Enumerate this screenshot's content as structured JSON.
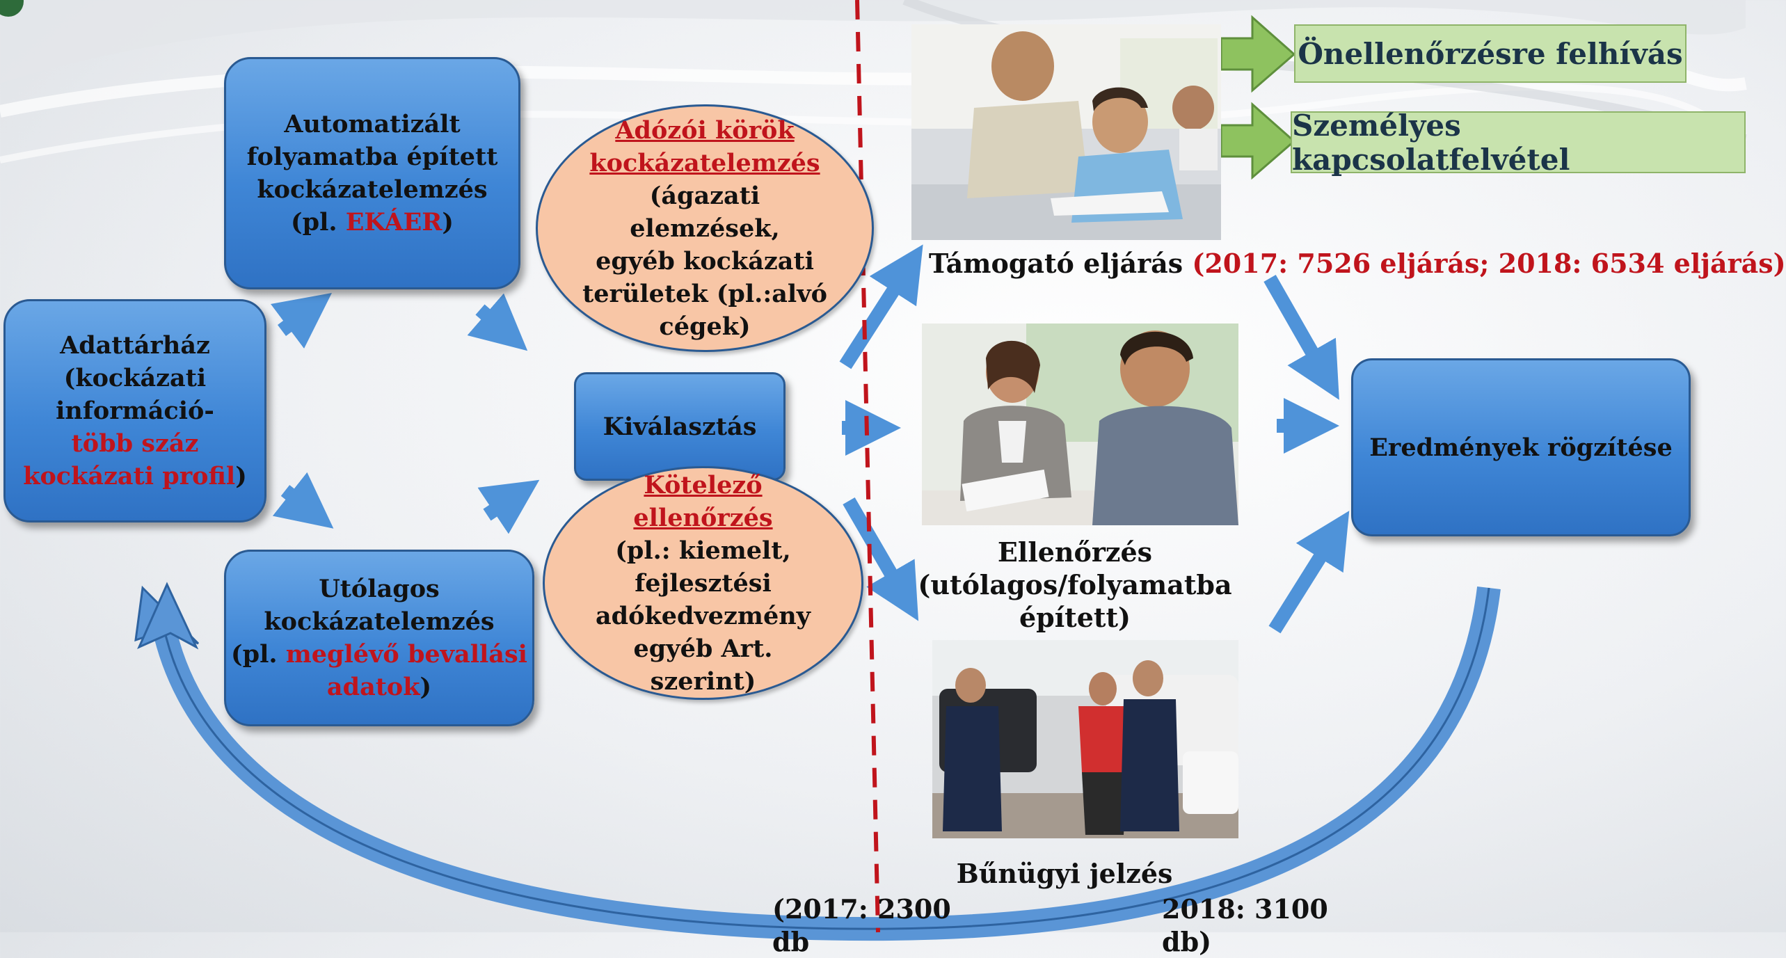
{
  "boxes": {
    "auto": {
      "line1": "Automatizált",
      "line2": "folyamatba épített",
      "line3": "kockázatelemzés",
      "pre": "(pl. ",
      "red": "EKÁER",
      "post": ")"
    },
    "data_warehouse": {
      "line1": "Adattárház",
      "line2": "(kockázati",
      "line3": "információ-",
      "red1": "több száz",
      "red2": "kockázati profil",
      "post": ")"
    },
    "utolagos": {
      "line1": "Utólagos",
      "line2": "kockázatelemzés",
      "pre": "(pl. ",
      "red1": "meglévő bevallási",
      "red2": "adatok",
      "post": ")"
    },
    "selection": {
      "label": "Kiválasztás"
    },
    "results": {
      "label": "Eredmények rögzítése"
    }
  },
  "ovals": {
    "adozoi": {
      "title1": "Adózói körök",
      "title2": "kockázatelemzés",
      "l3": "(ágazati",
      "l4": "elemzések,",
      "l5": "egyéb kockázati",
      "l6": "területek (pl.:alvó",
      "l7": "cégek)"
    },
    "kotelezo": {
      "title1": "Kötelező",
      "title2": "ellenőrzés",
      "l3": "(pl.: kiemelt,",
      "l4": "fejlesztési",
      "l5": "adókedvezmény",
      "l6": "egyéb Art.",
      "l7": "szerint)"
    }
  },
  "green_boxes": {
    "self_check": "Önellenőrzésre felhívás",
    "contact": "Személyes kapcsolatfelvétel"
  },
  "procedures": {
    "support": {
      "name": "Támogató eljárás ",
      "stats": "(2017:  7526 eljárás;  2018:  6534 eljárás)"
    },
    "audit": {
      "line1": "Ellenőrzés",
      "line2": "(utólagos/folyamatba",
      "line3": "épített)"
    },
    "criminal": {
      "name": "Bűnügyi jelzés",
      "stat2017": "(2017: 2300 db",
      "stat2018": "2018: 3100 db)"
    }
  },
  "photos": [
    "teacher-and-child-photo",
    "business-meeting-photo",
    "police-arrest-photo"
  ],
  "colors": {
    "box_blue": "#3f86d6",
    "oval_peach": "#f8c6a6",
    "green": "#c8e3ae",
    "red_text": "#c0141c",
    "arrow_blue": "#4f93d9",
    "divider_red": "#c0141c"
  }
}
